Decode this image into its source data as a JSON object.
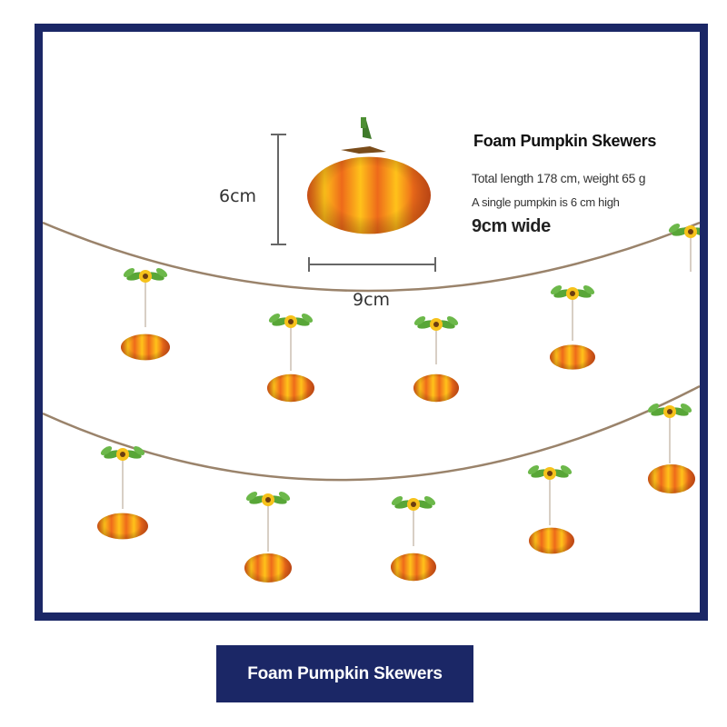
{
  "product_title": "Foam Pumpkin Skewers",
  "specs": {
    "total_length_weight": "Total length 178 cm, weight 65 g",
    "pumpkin_height": "A single pumpkin is 6 cm high",
    "pumpkin_width": "9cm wide"
  },
  "dimensions": {
    "height_label": "6cm",
    "width_label": "9cm"
  },
  "banner_label": "Foam Pumpkin Skewers",
  "colors": {
    "frame_navy": "#1b2766",
    "pumpkin_orange": "#ee6a1a",
    "pumpkin_yellow": "#ffc21a",
    "leaf_green": "#58a637",
    "twine_brown": "#9a836b"
  },
  "icons": [
    "pumpkin-icon",
    "sunflower-icon",
    "leaf-icon"
  ]
}
